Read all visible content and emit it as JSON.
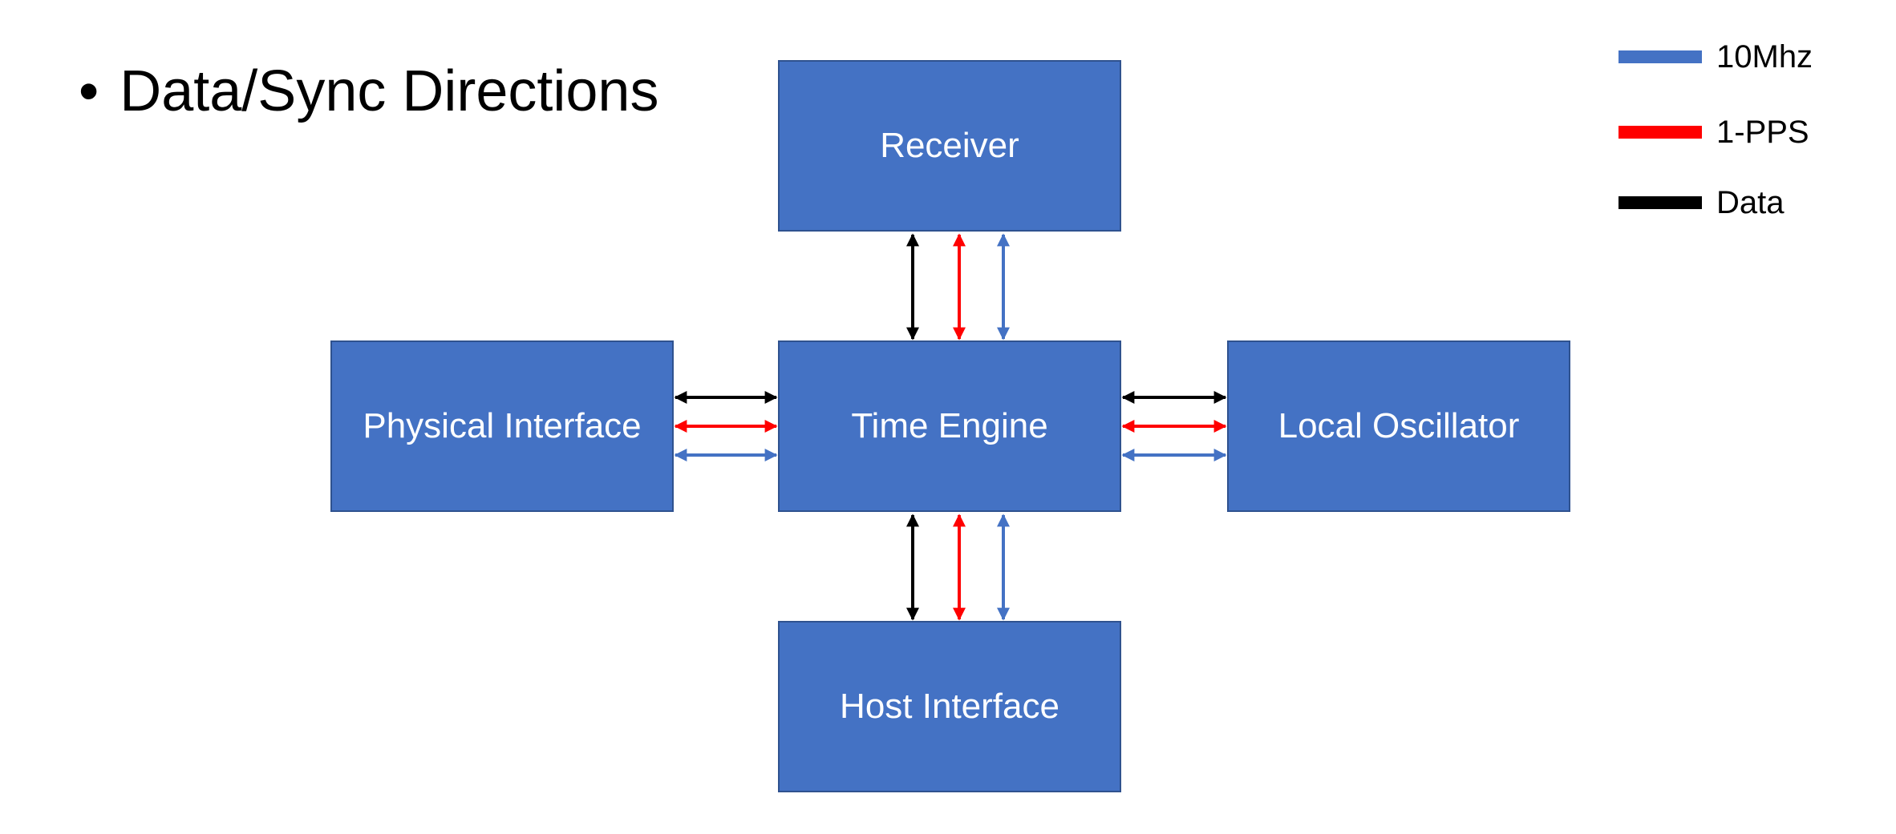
{
  "bullet": {
    "symbol": "•",
    "text": "Data/Sync Directions"
  },
  "blocks": {
    "receiver": "Receiver",
    "time_engine": "Time Engine",
    "host_interface": "Host Interface",
    "physical_interface": "Physical Interface",
    "local_oscillator": "Local Oscillator"
  },
  "legend": [
    {
      "label": "10Mhz",
      "color": "#4472C4"
    },
    {
      "label": "1-PPS",
      "color": "#FF0000"
    },
    {
      "label": "Data",
      "color": "#000000"
    }
  ],
  "colors": {
    "block_fill": "#4472C4",
    "block_border": "#2F528F",
    "data": "#000000",
    "pps": "#FF0000",
    "mhz": "#4472C4"
  }
}
